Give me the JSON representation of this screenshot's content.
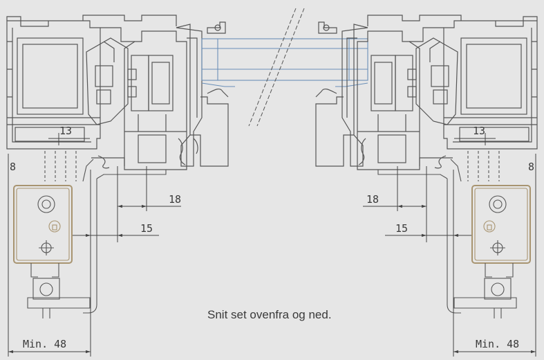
{
  "caption": "Snit set ovenfra og ned.",
  "dimensions": {
    "left_13": "13",
    "left_8": "8",
    "left_18": "18",
    "left_15": "15",
    "left_min": "Min. 48",
    "right_13": "13",
    "right_8": "8",
    "right_18": "18",
    "right_15": "15",
    "right_min": "Min. 48"
  },
  "colors": {
    "background": "#e6e6e6",
    "line": "#555555",
    "glass": "#6a8fb8",
    "fitting": "#a89470"
  }
}
